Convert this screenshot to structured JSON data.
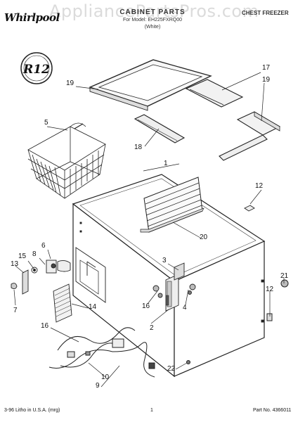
{
  "header": {
    "brand": "Whirlpool",
    "title": "CABINET PARTS",
    "model_line": "For Model: EH225FXRQ00",
    "color_line": "(White)",
    "product": "CHEST FREEZER"
  },
  "watermark": "AppliancePartsPros.com",
  "badge": {
    "text": "R12"
  },
  "callouts": {
    "c1": "1",
    "c2": "2",
    "c3": "3",
    "c4": "4",
    "c5": "5",
    "c6": "6",
    "c7": "7",
    "c8": "8",
    "c9": "9",
    "c10": "10",
    "c12a": "12",
    "c12b": "12",
    "c13": "13",
    "c14": "14",
    "c15": "15",
    "c16a": "16",
    "c16b": "16",
    "c17": "17",
    "c18": "18",
    "c19a": "19",
    "c19b": "19",
    "c20": "20",
    "c21": "21",
    "c22": "22"
  },
  "footer": {
    "left": "3-96 Litho in U.S.A. (mrg)",
    "page": "1",
    "part_no": "Part No. 4366011"
  }
}
